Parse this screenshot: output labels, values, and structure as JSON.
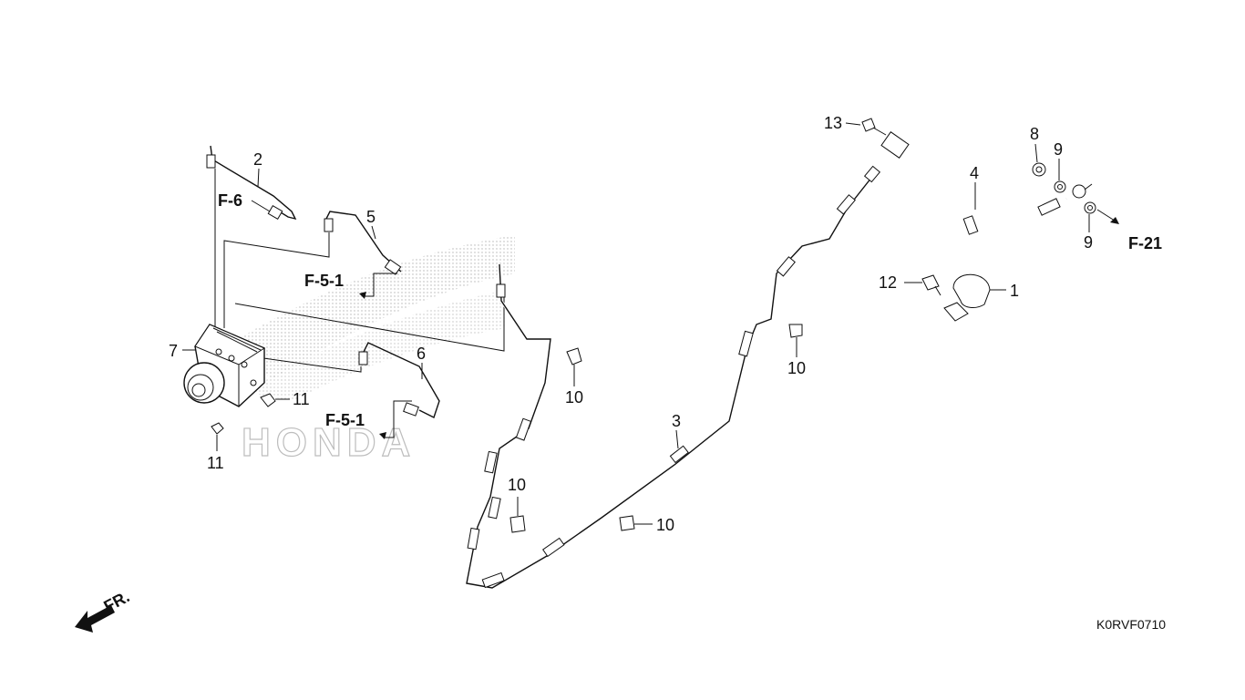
{
  "watermark": "HONDA",
  "diagram_code": "K0RVF0710",
  "direction_label": "FR.",
  "refs": {
    "f6": "F-6",
    "f51_a": "F-5-1",
    "f51_b": "F-5-1",
    "f21": "F-21"
  },
  "parts": {
    "p1": "1",
    "p2": "2",
    "p3": "3",
    "p4": "4",
    "p5": "5",
    "p6": "6",
    "p7": "7",
    "p8": "8",
    "p9a": "9",
    "p9b": "9",
    "p10a": "10",
    "p10b": "10",
    "p10c": "10",
    "p10d": "10",
    "p11a": "11",
    "p11b": "11",
    "p12": "12",
    "p13": "13"
  }
}
